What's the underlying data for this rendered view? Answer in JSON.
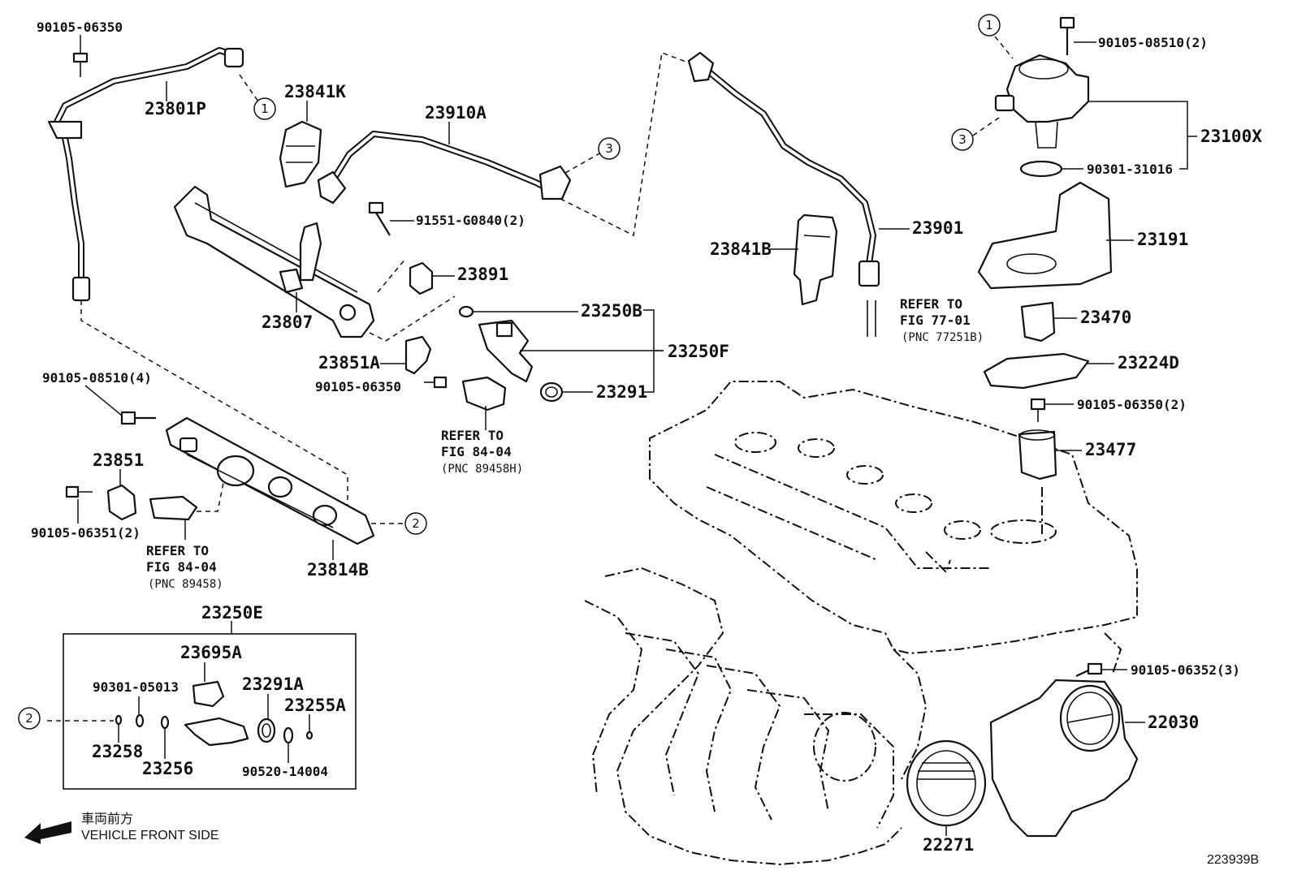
{
  "labels": {
    "p90105_06350_top": "90105-06350",
    "p23801P": "23801P",
    "p23841K": "23841K",
    "p23910A": "23910A",
    "p90105_08510_2": "90105-08510(2)",
    "p23100X": "23100X",
    "p90301_31016": "90301-31016",
    "p23191": "23191",
    "p91551": "91551-G0840(2)",
    "p23891": "23891",
    "p23807": "23807",
    "p23250B": "23250B",
    "p23250F": "23250F",
    "p23851A": "23851A",
    "p90105_06350_mid": "90105-06350",
    "p23291": "23291",
    "p23841B": "23841B",
    "p23901": "23901",
    "p23470": "23470",
    "p23224D": "23224D",
    "p90105_06350_2": "90105-06350(2)",
    "p23477": "23477",
    "p90105_08510_4": "90105-08510(4)",
    "p23851": "23851",
    "p90105_06351_2": "90105-06351(2)",
    "p23814B": "23814B",
    "p23250E": "23250E",
    "p23695A": "23695A",
    "p90301_05013": "90301-05013",
    "p23291A": "23291A",
    "p23255A": "23255A",
    "p23258": "23258",
    "p23256": "23256",
    "p90520_14004": "90520-14004",
    "p90105_06352_3": "90105-06352(3)",
    "p22030": "22030",
    "p22271": "22271"
  },
  "references": {
    "ref1_l1": "REFER TO",
    "ref1_l2": "FIG 84-04",
    "ref1_l3": "(PNC 89458H)",
    "ref2_l1": "REFER TO",
    "ref2_l2": "FIG 77-01",
    "ref2_l3": "(PNC 77251B)",
    "ref3_l1": "REFER TO",
    "ref3_l2": "FIG 84-04",
    "ref3_l3": "(PNC 89458)"
  },
  "callouts": {
    "c1": "1",
    "c2": "2",
    "c3": "3"
  },
  "direction": {
    "jp": "車両前方",
    "en": "VEHICLE FRONT SIDE"
  },
  "figure_id": "223939B"
}
